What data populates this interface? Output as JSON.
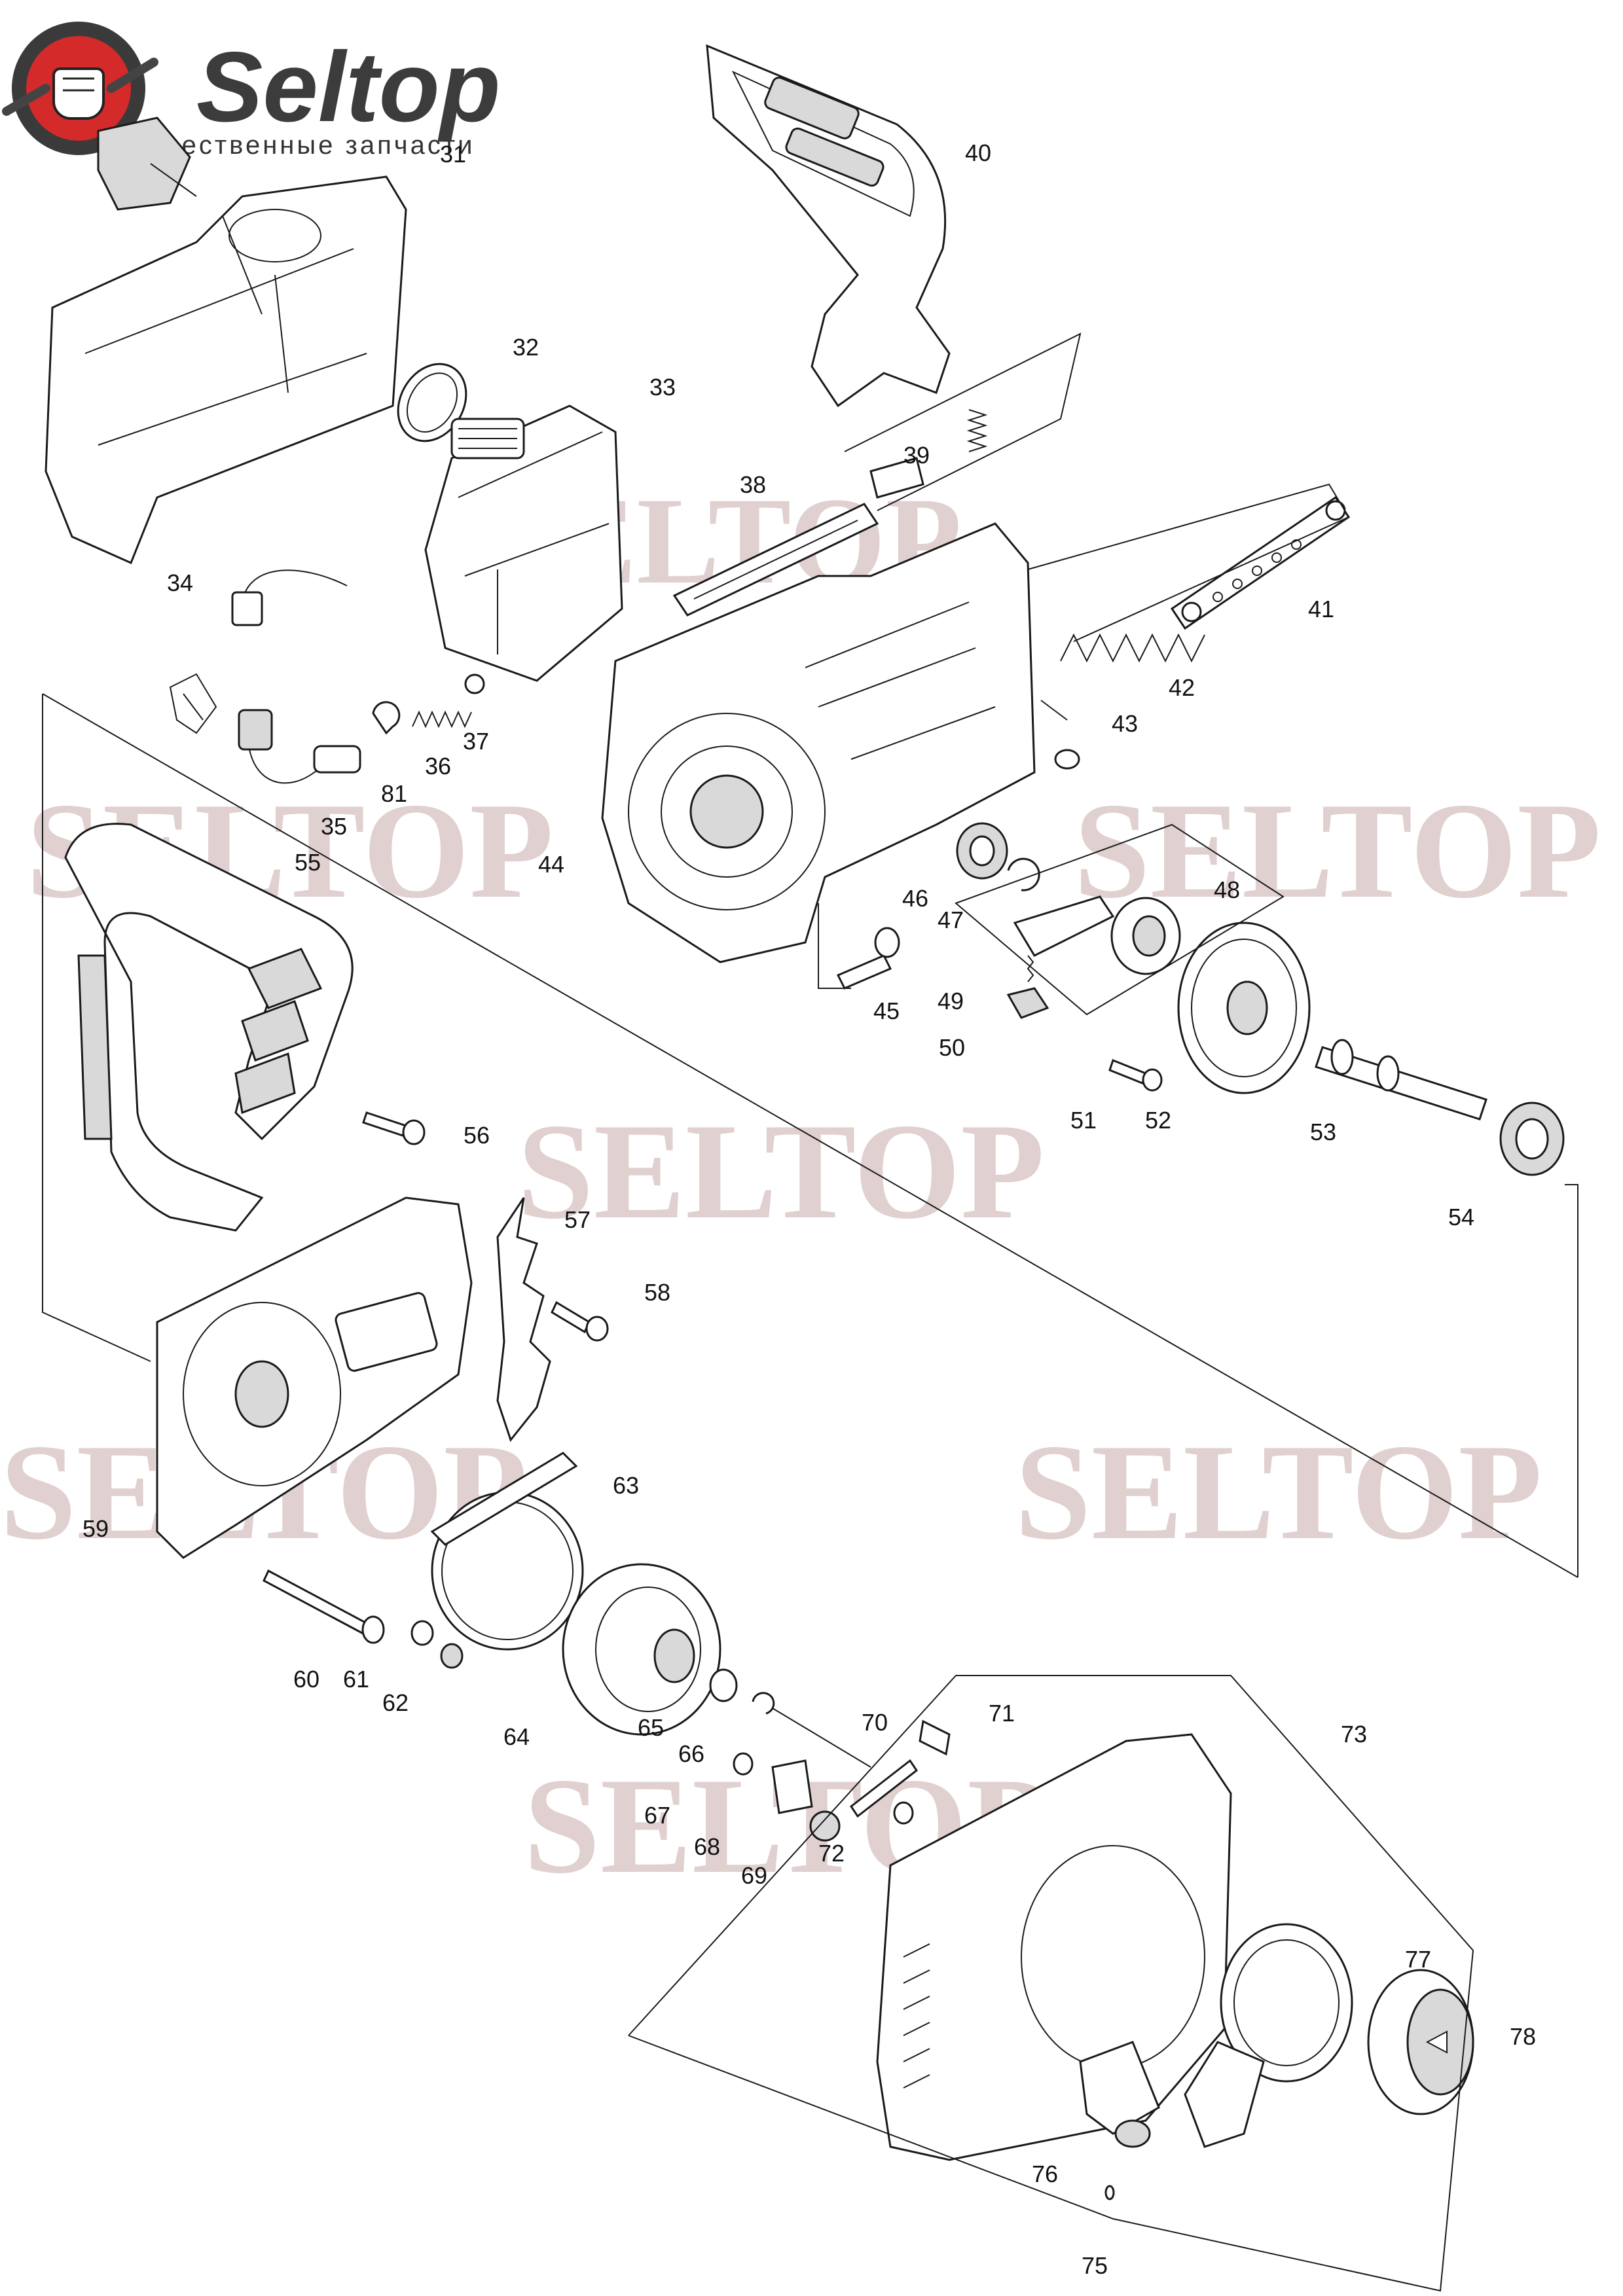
{
  "brand": {
    "name": "Seltop",
    "tagline": "качественные запчасти",
    "logo_icon": "fist-with-wrench-gear-icon",
    "accent_color": "#d42a2a"
  },
  "watermark": {
    "text": "SELTOP",
    "color": "#b58f90"
  },
  "parts": [
    {
      "id": "31",
      "label": "31"
    },
    {
      "id": "32",
      "label": "32"
    },
    {
      "id": "33",
      "label": "33"
    },
    {
      "id": "34",
      "label": "34"
    },
    {
      "id": "35",
      "label": "35"
    },
    {
      "id": "36",
      "label": "36"
    },
    {
      "id": "37",
      "label": "37"
    },
    {
      "id": "38",
      "label": "38"
    },
    {
      "id": "39",
      "label": "39"
    },
    {
      "id": "40",
      "label": "40"
    },
    {
      "id": "41",
      "label": "41"
    },
    {
      "id": "42",
      "label": "42"
    },
    {
      "id": "43",
      "label": "43"
    },
    {
      "id": "44",
      "label": "44"
    },
    {
      "id": "45",
      "label": "45"
    },
    {
      "id": "46",
      "label": "46"
    },
    {
      "id": "47",
      "label": "47"
    },
    {
      "id": "48",
      "label": "48"
    },
    {
      "id": "49",
      "label": "49"
    },
    {
      "id": "50",
      "label": "50"
    },
    {
      "id": "51",
      "label": "51"
    },
    {
      "id": "52",
      "label": "52"
    },
    {
      "id": "53",
      "label": "53"
    },
    {
      "id": "54",
      "label": "54"
    },
    {
      "id": "55",
      "label": "55"
    },
    {
      "id": "56",
      "label": "56"
    },
    {
      "id": "57",
      "label": "57"
    },
    {
      "id": "58",
      "label": "58"
    },
    {
      "id": "59",
      "label": "59"
    },
    {
      "id": "60",
      "label": "60"
    },
    {
      "id": "61",
      "label": "61"
    },
    {
      "id": "62",
      "label": "62"
    },
    {
      "id": "63",
      "label": "63"
    },
    {
      "id": "64",
      "label": "64"
    },
    {
      "id": "65",
      "label": "65"
    },
    {
      "id": "66",
      "label": "66"
    },
    {
      "id": "67",
      "label": "67"
    },
    {
      "id": "68",
      "label": "68"
    },
    {
      "id": "69",
      "label": "69"
    },
    {
      "id": "70",
      "label": "70"
    },
    {
      "id": "71",
      "label": "71"
    },
    {
      "id": "72",
      "label": "72"
    },
    {
      "id": "73",
      "label": "73"
    },
    {
      "id": "75",
      "label": "75"
    },
    {
      "id": "76",
      "label": "76"
    },
    {
      "id": "77",
      "label": "77"
    },
    {
      "id": "78",
      "label": "78"
    },
    {
      "id": "81",
      "label": "81"
    }
  ]
}
